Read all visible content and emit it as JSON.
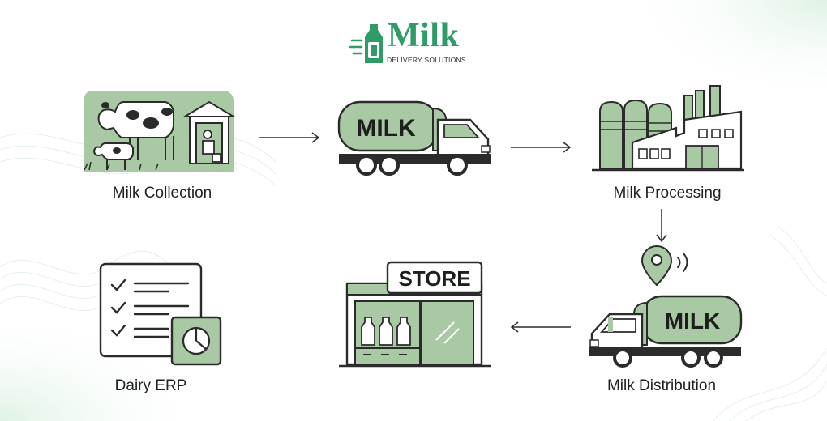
{
  "brand": {
    "title": "Milk",
    "subtitle": "DELIVERY SOLUTIONS"
  },
  "colors": {
    "brand_green": "#2f9b66",
    "illustration_green": "#a9c9a4",
    "outline": "#2b2b2b",
    "background_wave": "#eaf6ee"
  },
  "steps": [
    {
      "label": "Milk Collection",
      "icon": "cow-barn-icon"
    },
    {
      "label": "Milk Processing",
      "icon": "factory-icon"
    },
    {
      "label": "Milk Distribution",
      "icon": "delivery-truck-icon"
    },
    {
      "label": "Dairy ERP",
      "icon": "checklist-chart-icon"
    }
  ],
  "illustrations": {
    "truck_text": "MILK",
    "distribution_truck_text": "MILK",
    "store_sign": "STORE"
  }
}
